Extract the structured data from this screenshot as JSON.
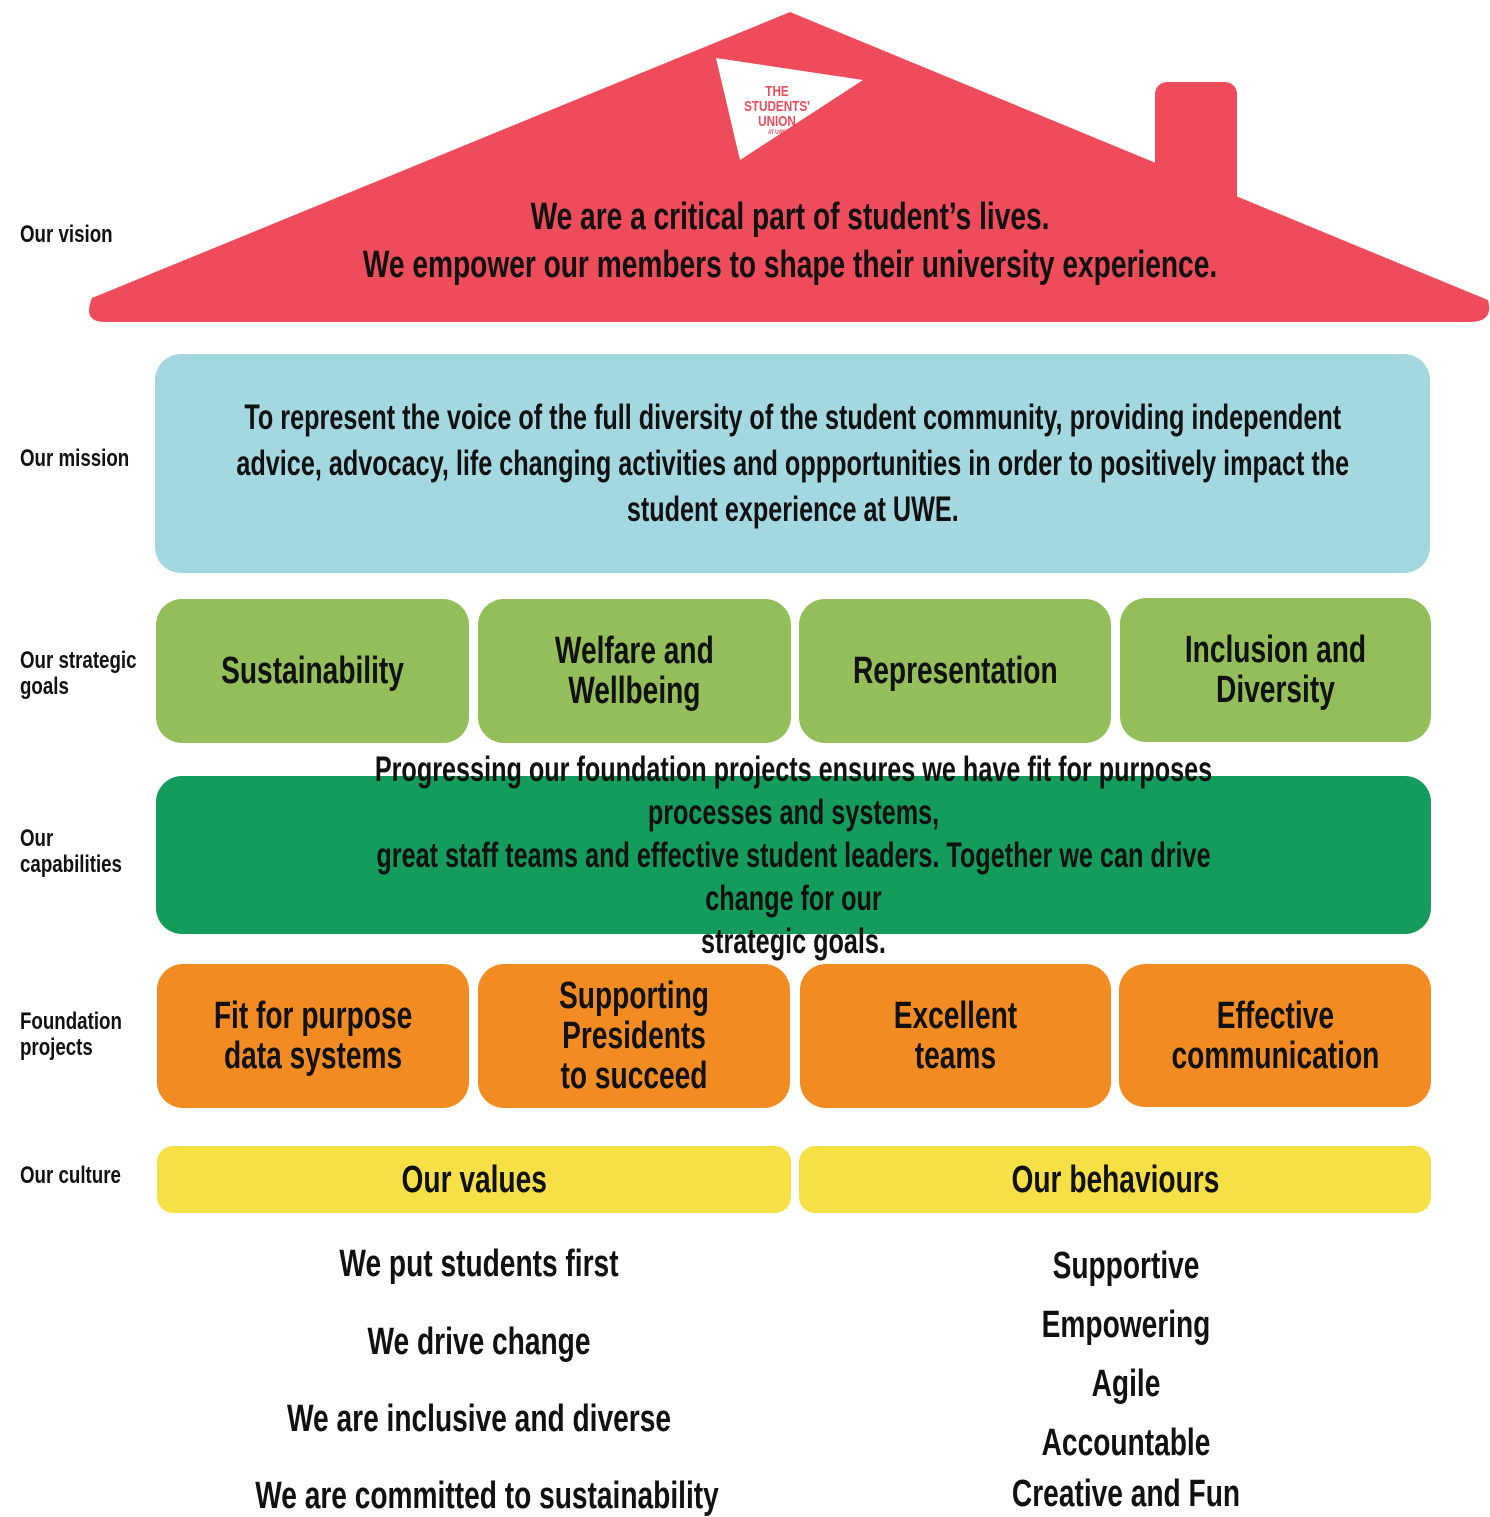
{
  "logo": {
    "line1": "THE STUDENTS'",
    "line2": "UNION",
    "line3": "AT UWE"
  },
  "labels": {
    "vision": "Our vision",
    "mission": "Our mission",
    "strategic_goals": "Our strategic\ngoals",
    "capabilities": "Our\ncapabilities",
    "foundation_projects": "Foundation\nprojects",
    "culture": "Our culture"
  },
  "vision": "We are a critical part of student’s lives.\nWe empower our members to shape their university experience.",
  "mission": "To represent the voice of the full diversity of the student community, providing independent\nadvice, advocacy, life changing activities and oppportunities in order to positively impact the\nstudent experience at UWE.",
  "strategic_goals": [
    "Sustainability",
    "Welfare and\nWellbeing",
    "Representation",
    "Inclusion and\nDiversity"
  ],
  "capabilities": "Progressing our foundation projects ensures we have fit for purposes processes and systems,\ngreat staff teams and effective student leaders. Together we can drive change for our\nstrategic goals.",
  "foundation_projects": [
    "Fit for purpose\ndata systems",
    "Supporting Presidents\nto succeed",
    "Excellent\nteams",
    "Effective\ncommunication"
  ],
  "culture": {
    "values_heading": "Our values",
    "behaviours_heading": "Our behaviours",
    "values": [
      "We put students first",
      "We drive change",
      "We are inclusive and diverse",
      "We are committed to sustainability"
    ],
    "behaviours": [
      "Supportive",
      "Empowering",
      "Agile",
      "Accountable",
      "Creative and Fun"
    ]
  },
  "colors": {
    "roof": "#ee4c5b",
    "mission": "#a4d8e1",
    "goals": "#94be5a",
    "capabilities": "#149c5c",
    "foundation": "#f28c22",
    "culture": "#f7e046"
  }
}
